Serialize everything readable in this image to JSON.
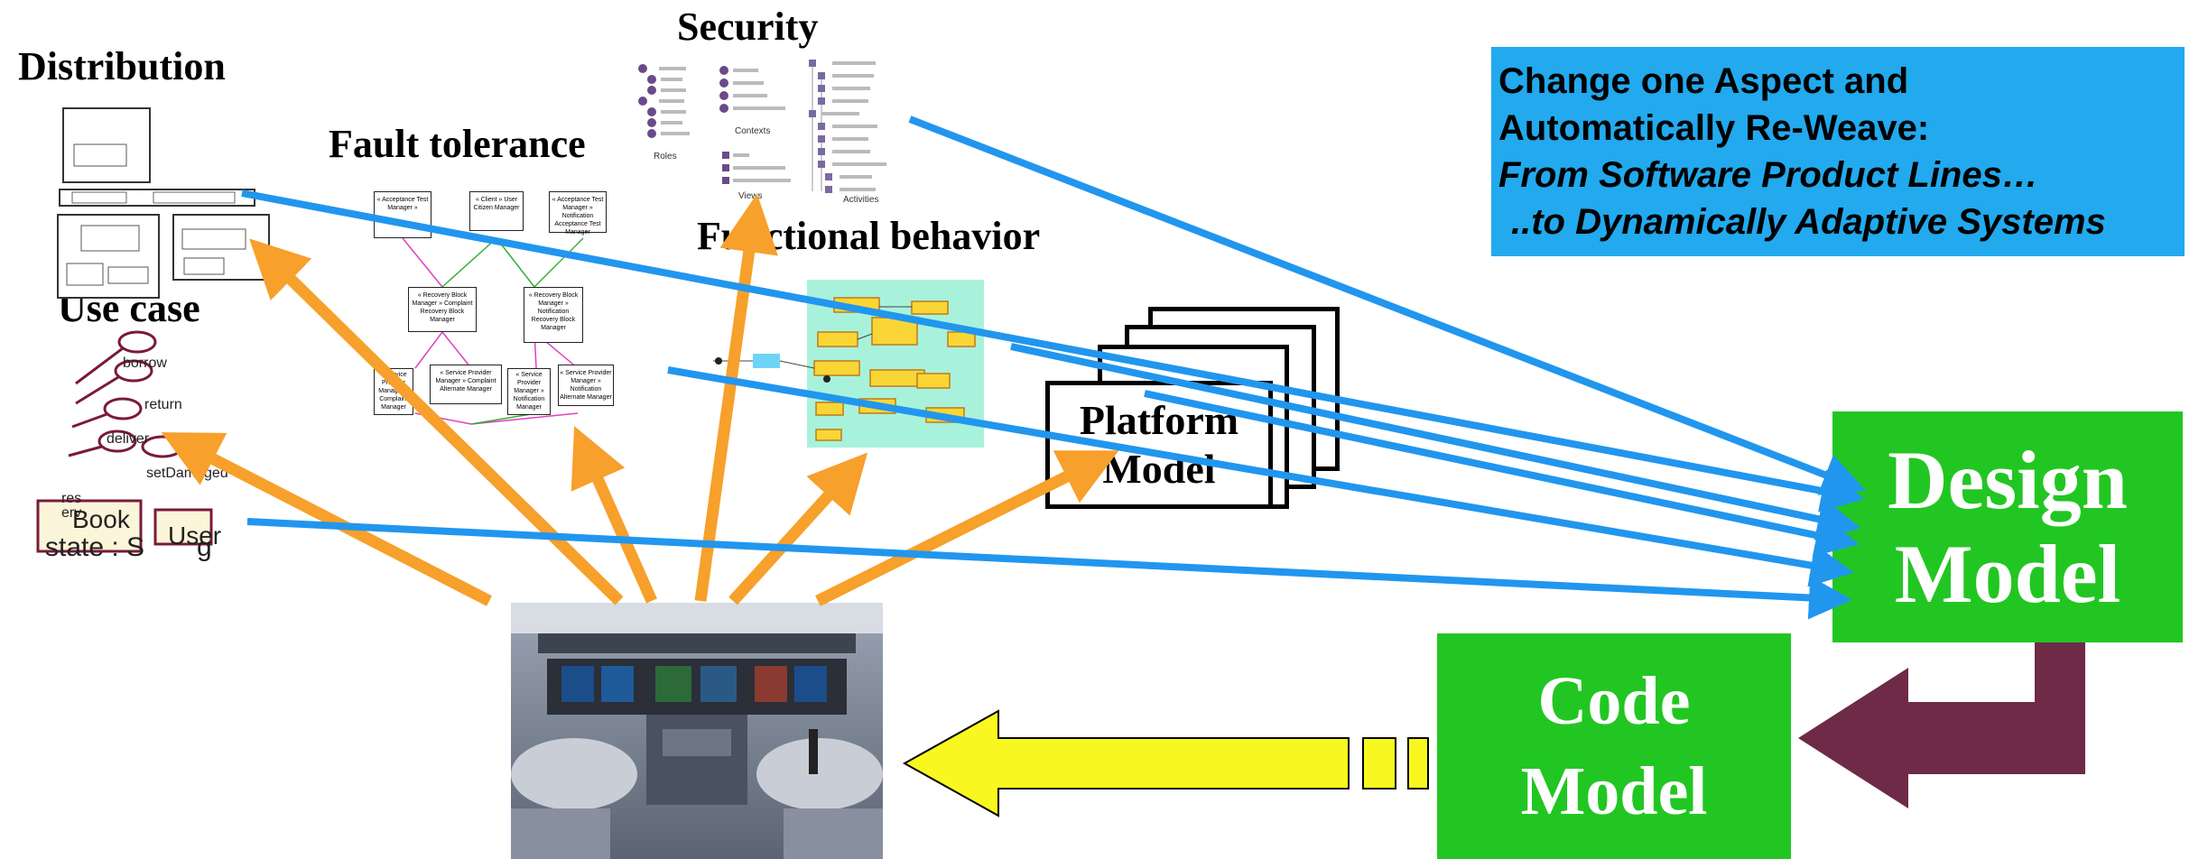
{
  "headings": {
    "distribution": "Distribution",
    "security": "Security",
    "fault_tolerance": "Fault tolerance",
    "functional_behavior": "Functional behavior",
    "use_case": "Use case"
  },
  "callout": {
    "line1": "Change one Aspect and",
    "line2": "Automatically Re-Weave:",
    "line3": "From Software Product Lines…",
    "line4": "..to Dynamically  Adaptive Systems"
  },
  "design_model": {
    "line1": "Design",
    "line2": "Model"
  },
  "code_model": {
    "line1": "Code",
    "line2": "Model"
  },
  "platform_model": {
    "line1": "Platform",
    "line2": "Model"
  },
  "use_case": {
    "labels": [
      "borrow",
      "return",
      "deliver",
      "setDamaged",
      "res",
      "erv"
    ],
    "classes": [
      "Book",
      "User"
    ],
    "attr_prefix": "state : S",
    "attr_tail": "g"
  },
  "security_sub": {
    "roles": "Roles",
    "contexts": "Contexts",
    "views": "Views",
    "activities": "Activities"
  },
  "fault_tolerance_boxes": [
    "« Acceptance Test Manager »",
    "« Client » User Citizen Manager",
    "« Acceptance Test Manager » Notification Acceptance Test Manager",
    "« Recovery Block Manager » Complaint Recovery Block Manager",
    "« Recovery Block Manager » Notification Recovery Block Manager",
    "« Service Provider Manager » Complaint Manager",
    "« Service Provider Manager » Complaint Alternate Manager",
    "« Service Provider Manager » Notification Manager",
    "« Service Provider Manager » Notification Alternate Manager"
  ],
  "colors": {
    "blue_arrow": "#2196ee",
    "orange_arrow": "#f7a02b",
    "callout_bg": "#22a9ee",
    "green_box": "#22c622",
    "maroon_arrow": "#6e2a47",
    "yellow_arrow": "#f8f820"
  }
}
